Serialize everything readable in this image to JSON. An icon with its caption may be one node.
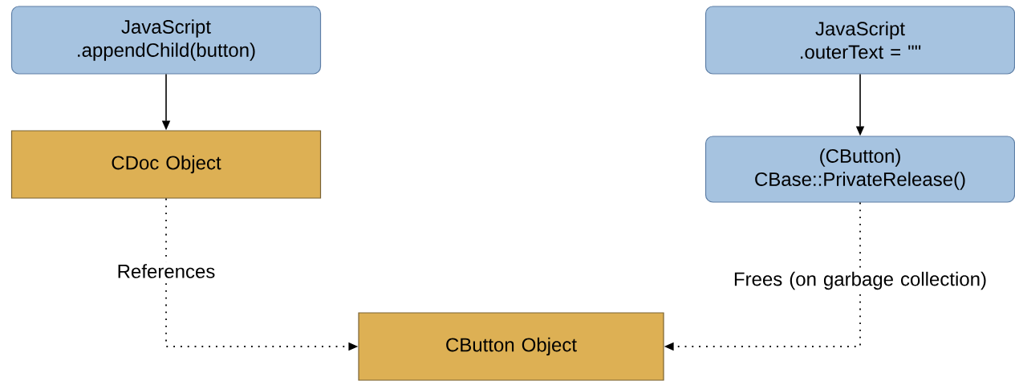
{
  "diagram": {
    "nodes": [
      {
        "text": [
          "JavaScript .appendChild(button)"
        ]
      },
      {
        "text": [
          "CDoc Object"
        ]
      },
      {
        "text": [
          "JavaScript .outerText = \"\""
        ]
      },
      {
        "text": [
          "(CButton) CBase::PrivateRelease()"
        ]
      },
      {
        "text": [
          "CButton Object"
        ]
      }
    ],
    "edges": [
      {
        "from": 0,
        "to": 1,
        "arrow": "to"
      },
      {
        "from": 2,
        "to": 3,
        "arrow": "to"
      },
      {
        "from": 1,
        "to": 4,
        "arrow": "to",
        "label": "References",
        "style": "dashed"
      },
      {
        "from": 3,
        "to": 4,
        "arrow": "to",
        "label": "Frees (on garbage collection)",
        "style": "dashed"
      }
    ]
  }
}
